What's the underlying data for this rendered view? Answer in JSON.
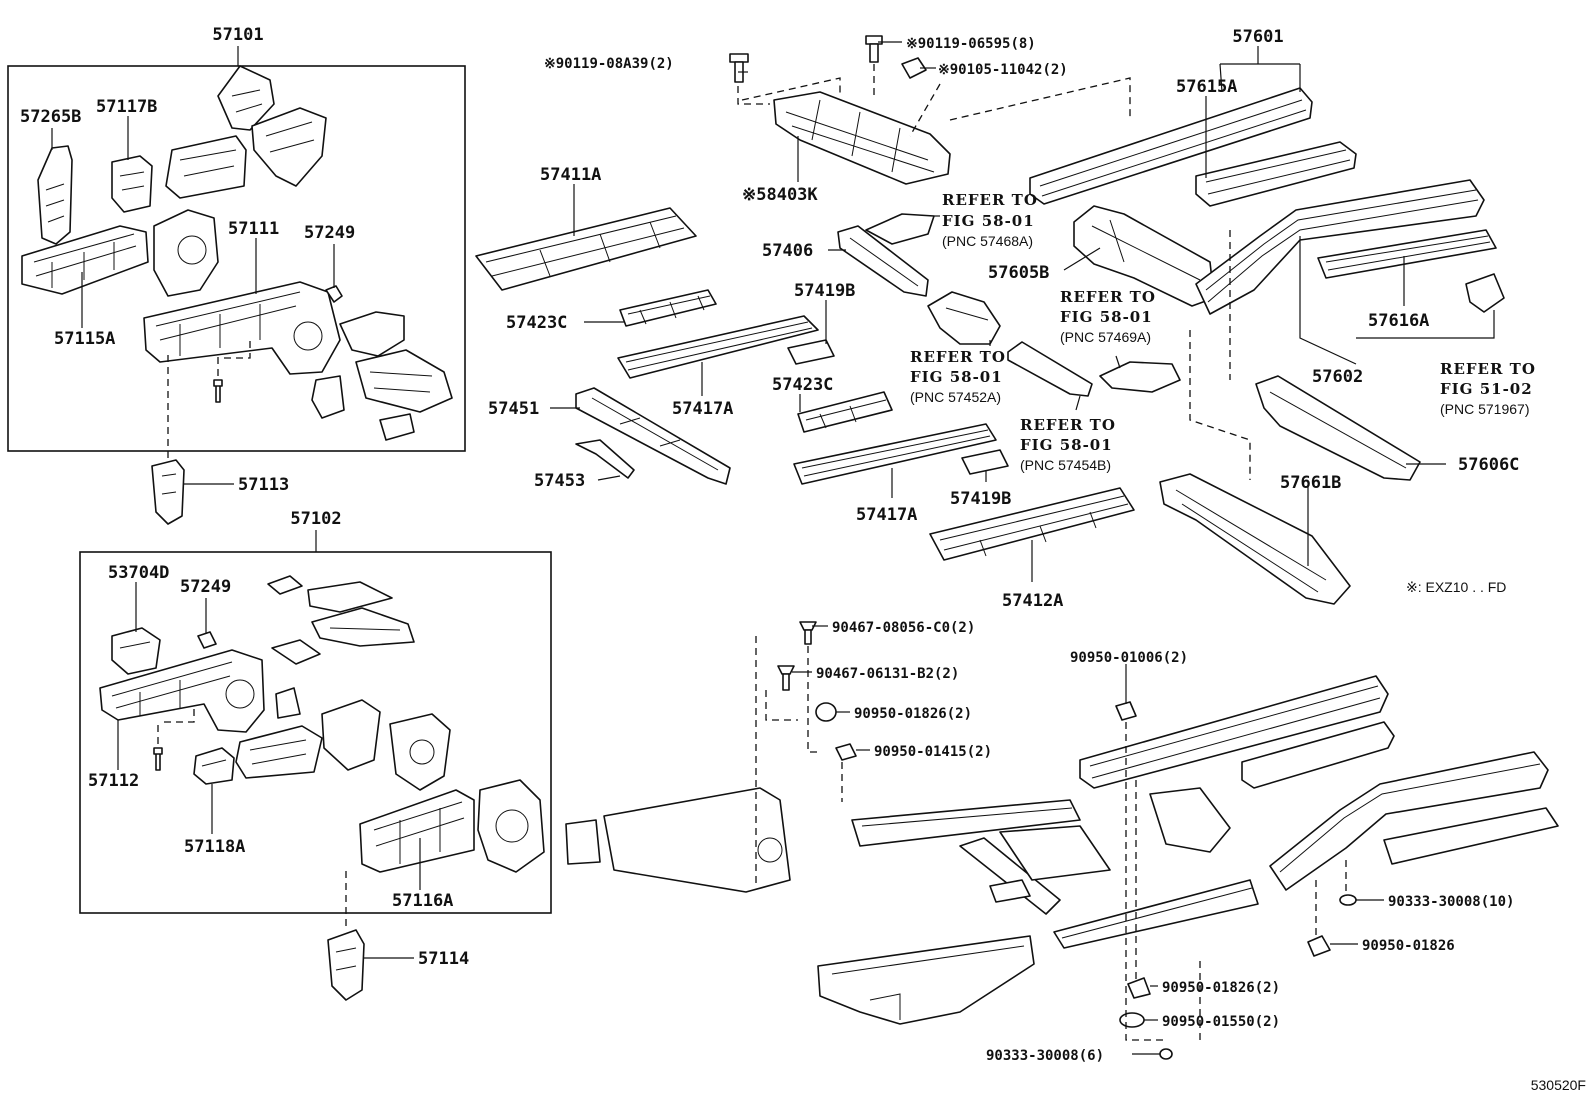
{
  "callouts": {
    "g57101": "57101",
    "p57265B": "57265B",
    "p57117B": "57117B",
    "p57111": "57111",
    "p57249a": "57249",
    "p57115A": "57115A",
    "p57113": "57113",
    "g57102": "57102",
    "p53704D": "53704D",
    "p57249b": "57249",
    "p57112": "57112",
    "p57118A": "57118A",
    "p57116A": "57116A",
    "p57114": "57114",
    "f9011908A39": "※90119-08A39(2)",
    "f9011906595": "※90119-06595(8)",
    "f9010511042": "※90105-11042(2)",
    "p58403K": "※58403K",
    "p57411A": "57411A",
    "p57406": "57406",
    "p57423Ca": "57423C",
    "p57419Ba": "57419B",
    "p57417Aa": "57417A",
    "p57451": "57451",
    "p57453": "57453",
    "p57423Cb": "57423C",
    "p57417Ab": "57417A",
    "p57419Bb": "57419B",
    "p57412A": "57412A",
    "g57601": "57601",
    "p57615A": "57615A",
    "p57605B": "57605B",
    "p57616A": "57616A",
    "g57602": "57602",
    "p57606C": "57606C",
    "p57661B": "57661B",
    "f9046708056": "90467-08056-C0(2)",
    "f9046706131": "90467-06131-B2(2)",
    "f9095001826a": "90950-01826(2)",
    "f9095001415": "90950-01415(2)",
    "f9095001006": "90950-01006(2)",
    "f9033330008a": "90333-30008(10)",
    "f9095001826b": "90950-01826",
    "f9095001826c": "90950-01826(2)",
    "f9095001550": "90950-01550(2)",
    "f9033330008b": "90333-30008(6)"
  },
  "references": {
    "r1": {
      "refer": "REFER TO",
      "fig": "FIG 58-01",
      "pnc": "(PNC 57468A)"
    },
    "r2": {
      "refer": "REFER TO",
      "fig": "FIG 58-01",
      "pnc": "(PNC 57469A)"
    },
    "r3": {
      "refer": "REFER TO",
      "fig": "FIG 58-01",
      "pnc": "(PNC 57452A)"
    },
    "r4": {
      "refer": "REFER TO",
      "fig": "FIG 58-01",
      "pnc": "(PNC 57454B)"
    },
    "r5": {
      "refer": "REFER TO",
      "fig": "FIG 51-02",
      "pnc": "(PNC 571967)"
    }
  },
  "note": "※: EXZ10 . . FD",
  "drawing_id": "530520F"
}
